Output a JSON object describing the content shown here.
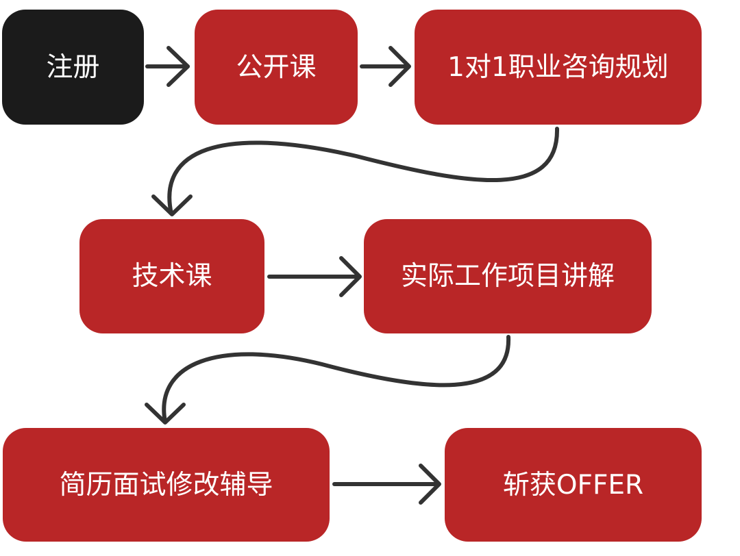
{
  "diagram": {
    "colors": {
      "step_fill": "#b92627",
      "start_fill": "#1b1b1b",
      "text": "#ffffff",
      "connector": "#333333",
      "background": "#ffffff"
    },
    "steps": [
      {
        "id": "register",
        "label": "注册"
      },
      {
        "id": "open-course",
        "label": "公开课"
      },
      {
        "id": "career-consulting",
        "label": "1对1职业咨询规划"
      },
      {
        "id": "tech-course",
        "label": "技术课"
      },
      {
        "id": "project-explanation",
        "label": "实际工作项目讲解"
      },
      {
        "id": "resume-interview",
        "label": "简历面试修改辅导"
      },
      {
        "id": "get-offer",
        "label": "斩获OFFER"
      }
    ],
    "connections": [
      {
        "from": "register",
        "to": "open-course"
      },
      {
        "from": "open-course",
        "to": "career-consulting"
      },
      {
        "from": "career-consulting",
        "to": "tech-course"
      },
      {
        "from": "tech-course",
        "to": "project-explanation"
      },
      {
        "from": "project-explanation",
        "to": "resume-interview"
      },
      {
        "from": "resume-interview",
        "to": "get-offer"
      }
    ]
  }
}
